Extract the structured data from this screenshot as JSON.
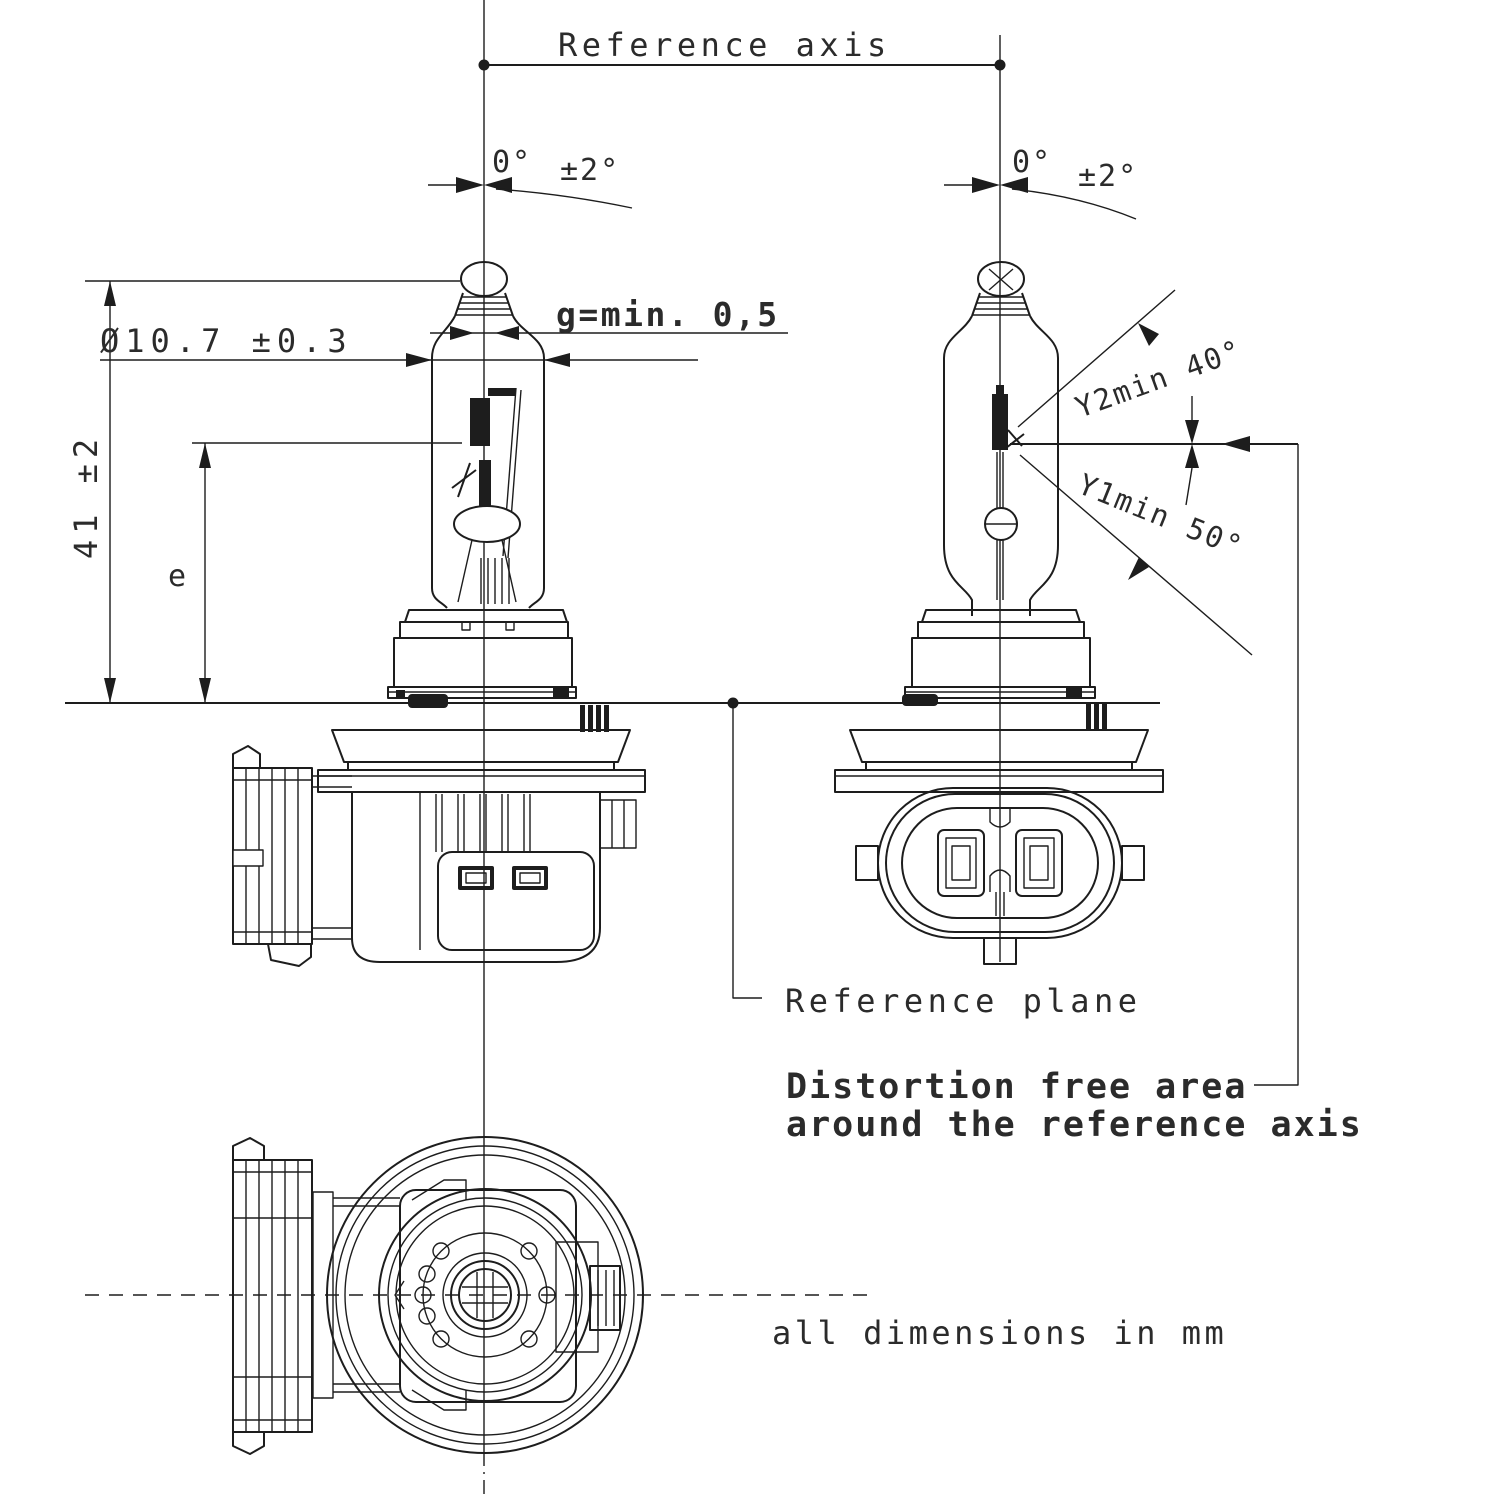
{
  "drawing": {
    "labels": {
      "reference_axis": "Reference axis",
      "reference_plane": "Reference plane",
      "angle_zero": "0°",
      "angle_tolerance": "±2°",
      "gap_min": "g=min. 0,5",
      "bulb_diameter": "Ø10.7 ±0.3",
      "overall_height": "41 ±2",
      "eccentricity": "e",
      "y2_min_angle": "Y2min 40°",
      "y1_min_angle": "Y1min 50°",
      "distortion_note_line1": "Distortion free area",
      "distortion_note_line2": "around the reference axis",
      "units_note": "all dimensions in mm"
    },
    "colors": {
      "line": "#1d1d1d",
      "text": "#2b2b2b",
      "background": "#ffffff"
    }
  }
}
